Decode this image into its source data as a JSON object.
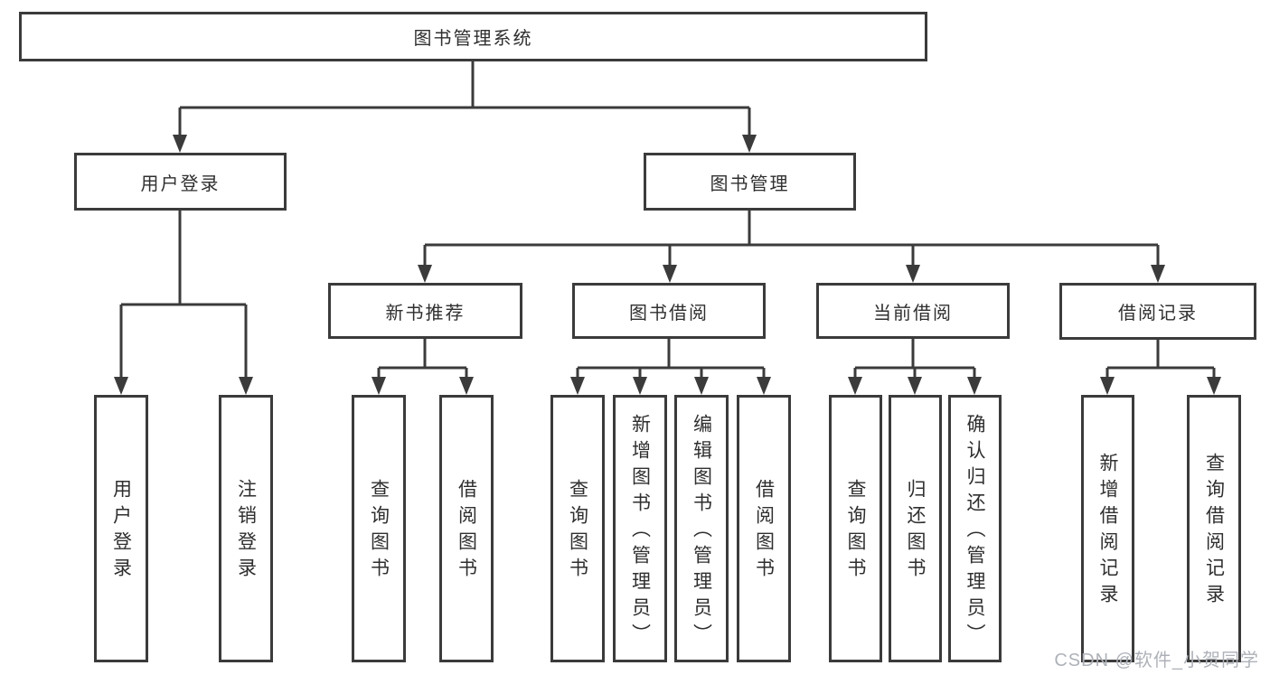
{
  "diagram": {
    "type": "hierarchy-tree",
    "colors": {
      "line": "#3b3b3b",
      "box_border": "#3b3b3b",
      "box_background": "#ffffff",
      "text": "#2f2f2f",
      "watermark_text": "#aeb2b8"
    },
    "nodes": {
      "root": "图书管理系统",
      "level2": [
        "用户登录",
        "图书管理"
      ],
      "level3": [
        "新书推荐",
        "图书借阅",
        "当前借阅",
        "借阅记录"
      ],
      "leaves": [
        "用户登录",
        "注销登录",
        "查询图书",
        "借阅图书",
        "查询图书",
        "新增图书（管理员）",
        "编辑图书（管理员）",
        "借阅图书",
        "查询图书",
        "归还图书",
        "确认归还（管理员）",
        "新增借阅记录",
        "查询借阅记录"
      ]
    },
    "watermark": "CSDN @软件_小贺同学"
  }
}
